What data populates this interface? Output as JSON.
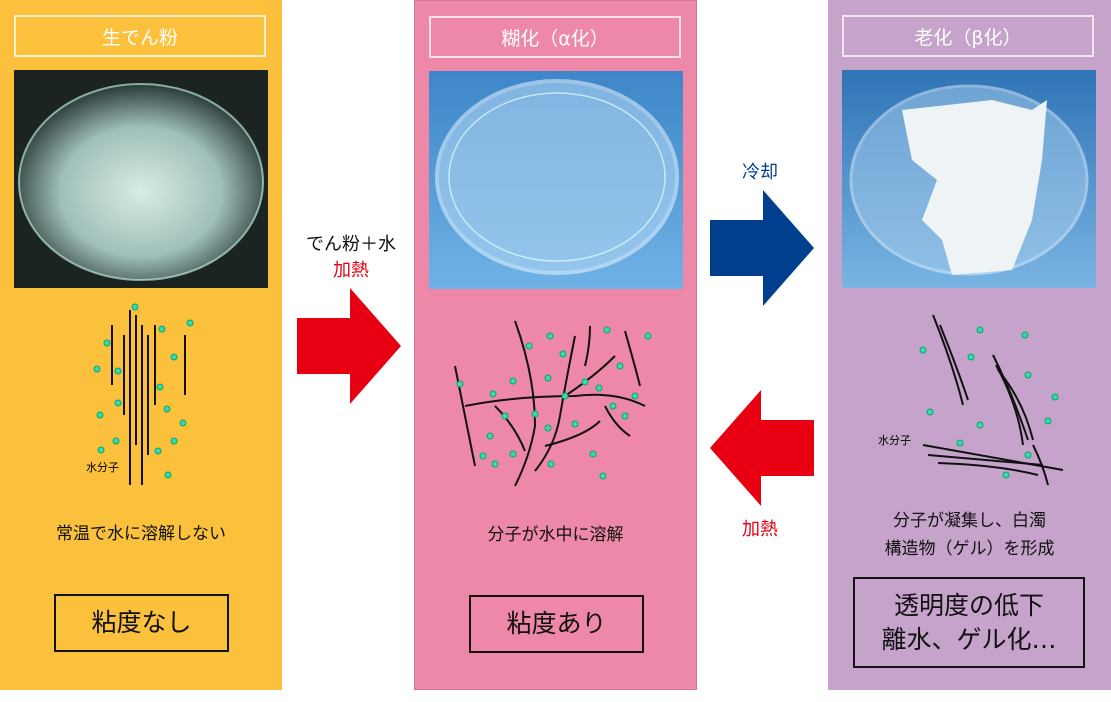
{
  "panels": [
    {
      "title": "生でん粉",
      "description": "常温で水に溶解しない",
      "property": "粘度なし",
      "water_label": "水分子"
    },
    {
      "title": "糊化（α化）",
      "description": "分子が水中に溶解",
      "property": "粘度あり"
    },
    {
      "title": "老化（β化）",
      "description_line1": "分子が凝集し、白濁",
      "description_line2": "構造物（ゲル）を形成",
      "property_line1": "透明度の低下",
      "property_line2": "離水、ゲル化…",
      "water_label": "水分子"
    }
  ],
  "arrows": {
    "forward": {
      "label_line1": "でん粉＋水",
      "label_line2": "加熱",
      "color": "#E60012"
    },
    "cool": {
      "label": "冷却",
      "color": "#003F8E"
    },
    "reheat": {
      "label": "加熱",
      "color": "#E60012"
    }
  }
}
